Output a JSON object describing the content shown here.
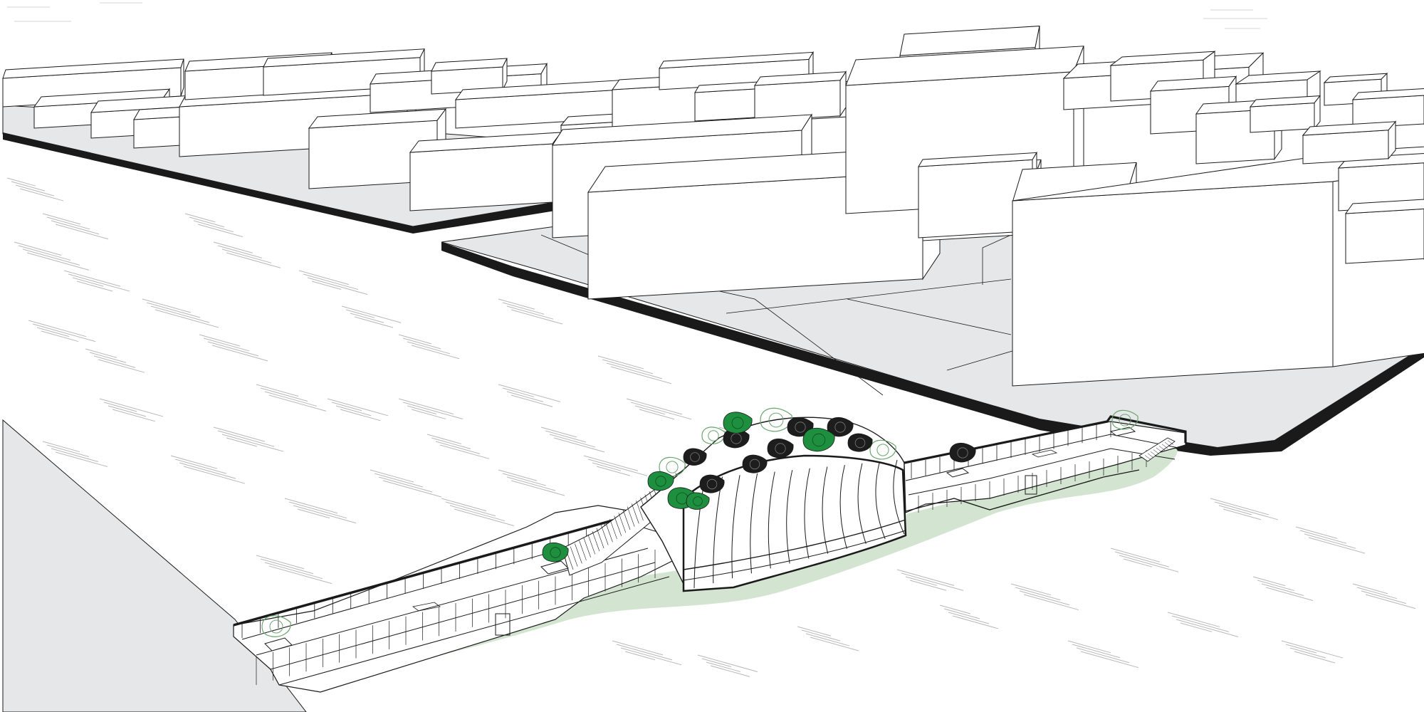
{
  "diagram": {
    "kind": "axonometric-site-drawing",
    "subject": "riverside-floating-pier-with-vaulted-pavilion-and-roof-garden",
    "colors": {
      "background": "#ffffff",
      "line": "#1a1a1a",
      "ground": "#e6e7e8",
      "edge": "#1a1a1a",
      "water_hatch": "#b8b8b8",
      "shadow": "#d3e5d1",
      "tree_green": "#1e8f3f",
      "tree_dark": "#1d1d1d",
      "tree_outline": "#6aa56e"
    },
    "trees": {
      "dark_count": 9,
      "green_count": 6,
      "outline_count": 6
    }
  }
}
